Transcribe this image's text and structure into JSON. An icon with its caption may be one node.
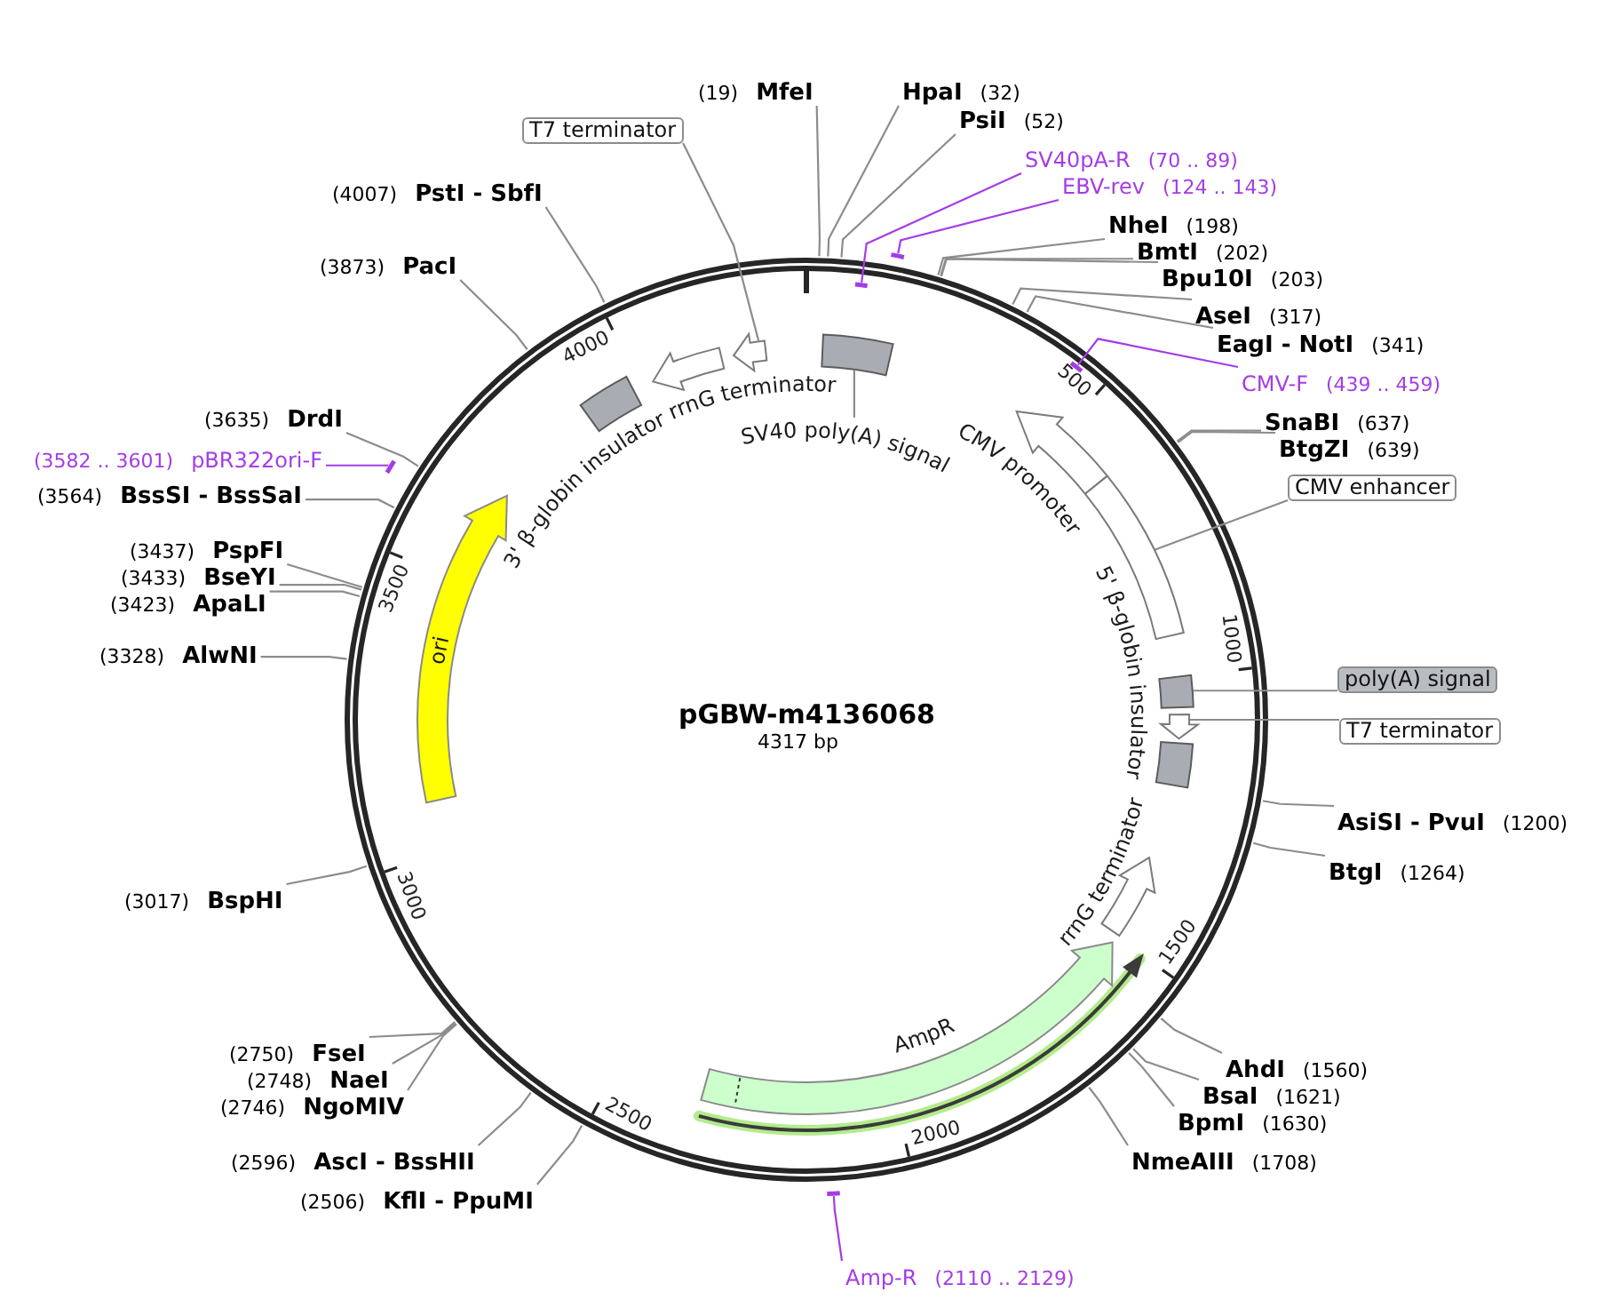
{
  "diagram": {
    "title": "pGBW-m4136068",
    "nodes": [
      {
        "text": [
          "(19)",
          "MfeI"
        ]
      },
      {
        "text": [
          "HpaI",
          "(32)"
        ]
      },
      {
        "text": [
          "PsiI",
          "(52)"
        ]
      },
      {
        "text": [
          "SV40pA-R",
          "(70 .. 89)"
        ]
      },
      {
        "text": [],
        "shape": "bar"
      },
      {
        "text": [
          "EBV-rev",
          "(124 .. 143)"
        ]
      },
      {
        "text": [],
        "shape": "bar"
      },
      {
        "text": [
          "NheI",
          "(198)"
        ]
      },
      {
        "text": [
          "BmtI",
          "(202)"
        ]
      },
      {
        "text": [
          "Bpu10I",
          "(203)"
        ]
      },
      {
        "text": [
          "AseI",
          "(317)"
        ]
      },
      {
        "text": [
          "EagI - NotI",
          "(341)"
        ]
      },
      {
        "text": [
          "CMV-F",
          "(439 .. 459)"
        ]
      },
      {
        "text": [],
        "shape": "bar"
      },
      {
        "text": [
          "SnaBI",
          "(637)"
        ]
      },
      {
        "text": [
          "BtgZI",
          "(639)"
        ]
      },
      {
        "text": [
          "CMV enhancer"
        ]
      },
      {
        "text": [
          "poly(A) signal"
        ]
      },
      {
        "text": [
          "T7 terminator"
        ]
      },
      {
        "text": [
          "AsiSI - PvuI",
          "(1200)"
        ]
      },
      {
        "text": [
          "BtgI",
          "(1264)"
        ]
      },
      {
        "text": [
          "AhdI",
          "(1560)"
        ]
      },
      {
        "text": [
          "BsaI",
          "(1621)"
        ]
      },
      {
        "text": [
          "BpmI",
          "(1630)"
        ]
      },
      {
        "text": [
          "NmeAIII",
          "(1708)"
        ]
      },
      {
        "text": [
          "Amp-R",
          "(2110 .. 2129)"
        ]
      },
      {
        "text": [],
        "shape": "bar"
      },
      {
        "text": [
          "(2506)",
          "KflI - PpuMI"
        ]
      },
      {
        "text": [
          "(2596)",
          "AscI - BssHII"
        ]
      },
      {
        "text": [
          "(2750)",
          "FseI"
        ]
      },
      {
        "text": [
          "(2748)",
          "NaeI"
        ]
      },
      {
        "text": [
          "(2746)",
          "NgoMIV"
        ]
      },
      {
        "text": [
          "(3017)",
          "BspHI"
        ]
      },
      {
        "text": [
          "(3328)",
          "AlwNI"
        ]
      },
      {
        "text": [
          "(3423)",
          "ApaLI"
        ]
      },
      {
        "text": [
          "(3433)",
          "BseYI"
        ]
      },
      {
        "text": [
          "(3437)",
          "PspFI"
        ]
      },
      {
        "text": [
          "(3564)",
          "BssSI - BssSaI"
        ]
      },
      {
        "text": [
          "(3582 .. 3601)",
          "pBR322ori-F"
        ]
      },
      {
        "text": [],
        "shape": "bar"
      },
      {
        "text": [
          "(3635)",
          "DrdI"
        ]
      },
      {
        "text": [
          "(3873)",
          "PacI"
        ]
      },
      {
        "text": [
          "(4007)",
          "PstI - SbfI"
        ]
      },
      {
        "text": [
          "T7 terminator"
        ]
      },
      {
        "text": [],
        "shape": "arrow"
      },
      {
        "text": [],
        "shape": "box"
      },
      {
        "text": [
          "SV40 poly(A) signal"
        ]
      },
      {
        "text": [
          "rrnG terminator"
        ]
      },
      {
        "text": [
          "3' β-globin insulator"
        ]
      },
      {
        "text": [
          "CMV promoter"
        ]
      },
      {
        "text": [],
        "shape": "box"
      },
      {
        "text": [],
        "shape": "box"
      },
      {
        "text": [],
        "shape": "arrow"
      },
      {
        "text": [
          "5' β-globin insulator"
        ]
      },
      {
        "text": [
          "rrnG terminator"
        ]
      },
      {
        "text": [
          "AmpR"
        ]
      },
      {
        "text": [
          "ori"
        ]
      }
    ],
    "edges": [
      {
        "from": 0,
        "to": null,
        "arrow": "none"
      },
      {
        "from": 1,
        "to": null,
        "arrow": "none"
      },
      {
        "from": 2,
        "to": null,
        "arrow": "none"
      },
      {
        "from": 3,
        "to": 4,
        "arrow": "none",
        "color": "#a43ce6"
      },
      {
        "from": 5,
        "to": 6,
        "arrow": "none",
        "color": "#a43ce6"
      },
      {
        "from": 7,
        "to": null,
        "arrow": "none"
      },
      {
        "from": 8,
        "to": null,
        "arrow": "none"
      },
      {
        "from": 9,
        "to": null,
        "arrow": "none"
      },
      {
        "from": 10,
        "to": null,
        "arrow": "none"
      },
      {
        "from": 11,
        "to": null,
        "arrow": "none"
      },
      {
        "from": 12,
        "to": 13,
        "arrow": "none",
        "color": "#a43ce6"
      },
      {
        "from": 14,
        "to": null,
        "arrow": "none"
      },
      {
        "from": 15,
        "to": null,
        "arrow": "none"
      },
      {
        "from": 16,
        "to": 50,
        "arrow": "none"
      },
      {
        "from": 17,
        "to": 51,
        "arrow": "none"
      },
      {
        "from": 18,
        "to": 52,
        "arrow": "none"
      },
      {
        "from": 19,
        "to": null,
        "arrow": "none"
      },
      {
        "from": 20,
        "to": null,
        "arrow": "none"
      },
      {
        "from": 21,
        "to": null,
        "arrow": "none"
      },
      {
        "from": 22,
        "to": null,
        "arrow": "none"
      },
      {
        "from": 23,
        "to": null,
        "arrow": "none"
      },
      {
        "from": 24,
        "to": null,
        "arrow": "none"
      },
      {
        "from": 25,
        "to": 26,
        "arrow": "none",
        "color": "#a43ce6"
      },
      {
        "from": 27,
        "to": null,
        "arrow": "none"
      },
      {
        "from": 28,
        "to": null,
        "arrow": "none"
      },
      {
        "from": 29,
        "to": null,
        "arrow": "none"
      },
      {
        "from": 30,
        "to": null,
        "arrow": "none"
      },
      {
        "from": 31,
        "to": null,
        "arrow": "none"
      },
      {
        "from": 32,
        "to": null,
        "arrow": "none"
      },
      {
        "from": 33,
        "to": null,
        "arrow": "none"
      },
      {
        "from": 34,
        "to": null,
        "arrow": "none"
      },
      {
        "from": 35,
        "to": null,
        "arrow": "none"
      },
      {
        "from": 36,
        "to": null,
        "arrow": "none"
      },
      {
        "from": 37,
        "to": null,
        "arrow": "none"
      },
      {
        "from": 38,
        "to": 39,
        "arrow": "none",
        "color": "#a43ce6"
      },
      {
        "from": 40,
        "to": null,
        "arrow": "none"
      },
      {
        "from": 41,
        "to": null,
        "arrow": "none"
      },
      {
        "from": 42,
        "to": null,
        "arrow": "none"
      },
      {
        "from": 43,
        "to": 44,
        "arrow": "none"
      },
      {
        "from": 46,
        "to": 45,
        "arrow": "none"
      }
    ],
    "labels": [
      "4317 bp",
      "500",
      "1000",
      "1500",
      "2000",
      "2500",
      "3000",
      "3500",
      "4000"
    ]
  }
}
